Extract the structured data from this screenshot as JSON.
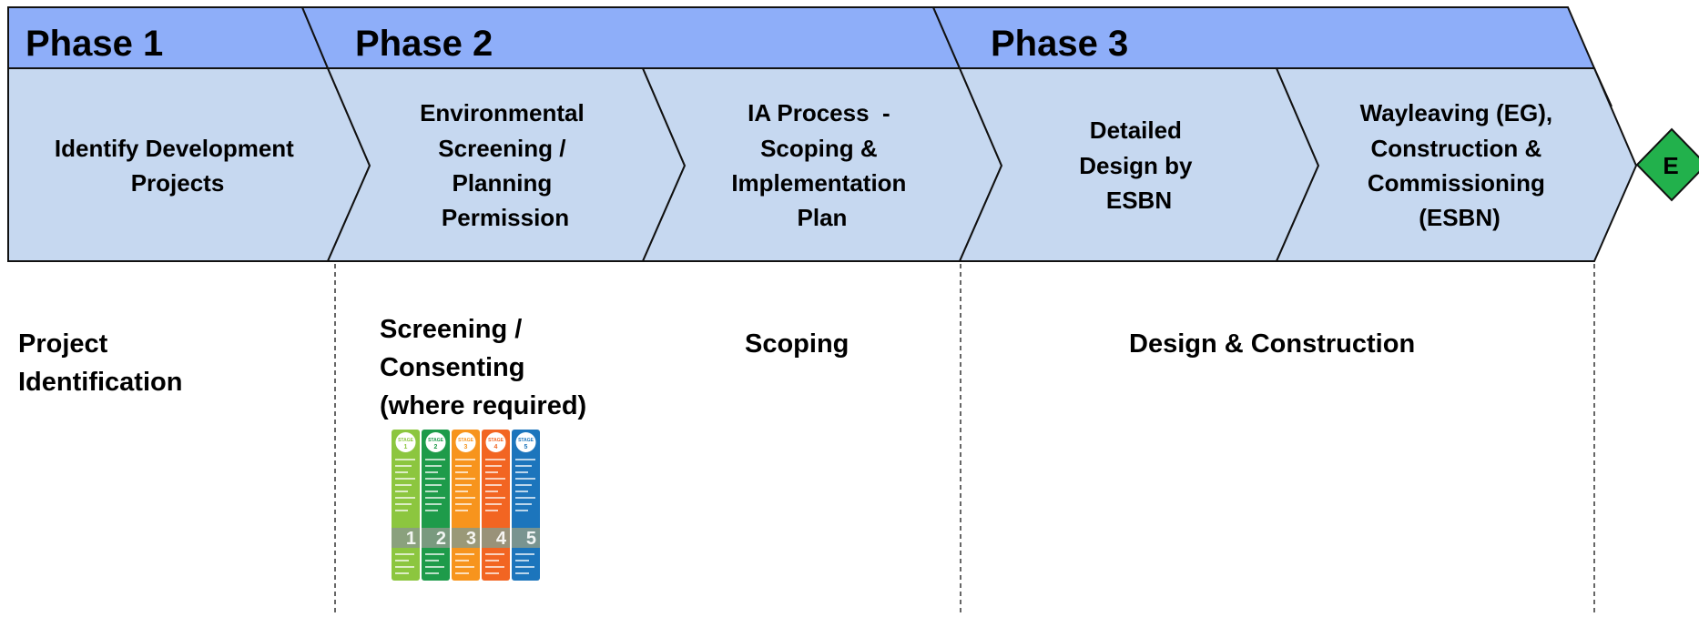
{
  "colors": {
    "phase_band": "#8eaef9",
    "step_fill": "#c6d8f0",
    "outline": "#111111",
    "end_marker": "#22b14c",
    "stage_colors": [
      "#8cc63f",
      "#1e9b4a",
      "#f7941d",
      "#f26522",
      "#1c75bc"
    ]
  },
  "phases": [
    {
      "label": "Phase 1"
    },
    {
      "label": "Phase 2"
    },
    {
      "label": "Phase 3"
    }
  ],
  "steps": [
    {
      "name": "step-identify-development-projects",
      "lines": [
        "Identify Development",
        "Projects"
      ]
    },
    {
      "name": "step-environmental-screening",
      "lines": [
        "Environmental",
        "Screening /",
        "Planning",
        "Permission"
      ]
    },
    {
      "name": "step-ia-process",
      "lines": [
        "IA Process  -",
        "Scoping &",
        "Implementation",
        "Plan"
      ]
    },
    {
      "name": "step-detailed-design",
      "lines": [
        "Detailed",
        "Design by",
        "ESBN"
      ]
    },
    {
      "name": "step-wayleaving-construction",
      "lines": [
        "Wayleaving (EG),",
        "Construction &",
        "Commissioning",
        "(ESBN)"
      ]
    }
  ],
  "end_marker": {
    "label": "E",
    "icon": "diamond-icon"
  },
  "sections": [
    {
      "name": "section-project-identification",
      "lines": [
        "Project",
        "Identification"
      ]
    },
    {
      "name": "section-screening-consenting",
      "lines": [
        "Screening /",
        "Consenting",
        "(where required)"
      ]
    },
    {
      "name": "section-scoping",
      "lines": [
        "Scoping"
      ]
    },
    {
      "name": "section-design-construction",
      "lines": [
        "Design & Construction"
      ]
    }
  ],
  "stage_graphic": {
    "icon": "five-stage-process-thumbnail",
    "stages": [
      {
        "badge": "STAGE",
        "number": "1"
      },
      {
        "badge": "STAGE",
        "number": "2"
      },
      {
        "badge": "STAGE",
        "number": "3"
      },
      {
        "badge": "STAGE",
        "number": "4"
      },
      {
        "badge": "STAGE",
        "number": "5"
      }
    ]
  }
}
